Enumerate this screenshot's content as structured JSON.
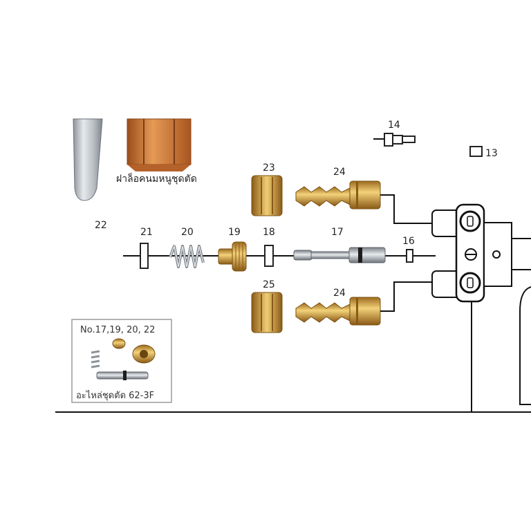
{
  "labels": {
    "p13": "13",
    "p14": "14",
    "p16": "16",
    "p17": "17",
    "p18": "18",
    "p19": "19",
    "p20": "20",
    "p21": "21",
    "p22": "22",
    "p23": "23",
    "p24_top": "24",
    "p24_bottom": "24",
    "p25": "25"
  },
  "captions": {
    "tip_nut": "ฝาล็อคนมหนูชุดตัด",
    "inset_title": "No.17,19, 20, 22",
    "inset_caption": "อะไหล่ชุดตัด 62-3F"
  },
  "colors": {
    "brass": "#c8963a",
    "copper": "#c56a2a",
    "steel": "#a8adb3",
    "line": "#111111"
  }
}
